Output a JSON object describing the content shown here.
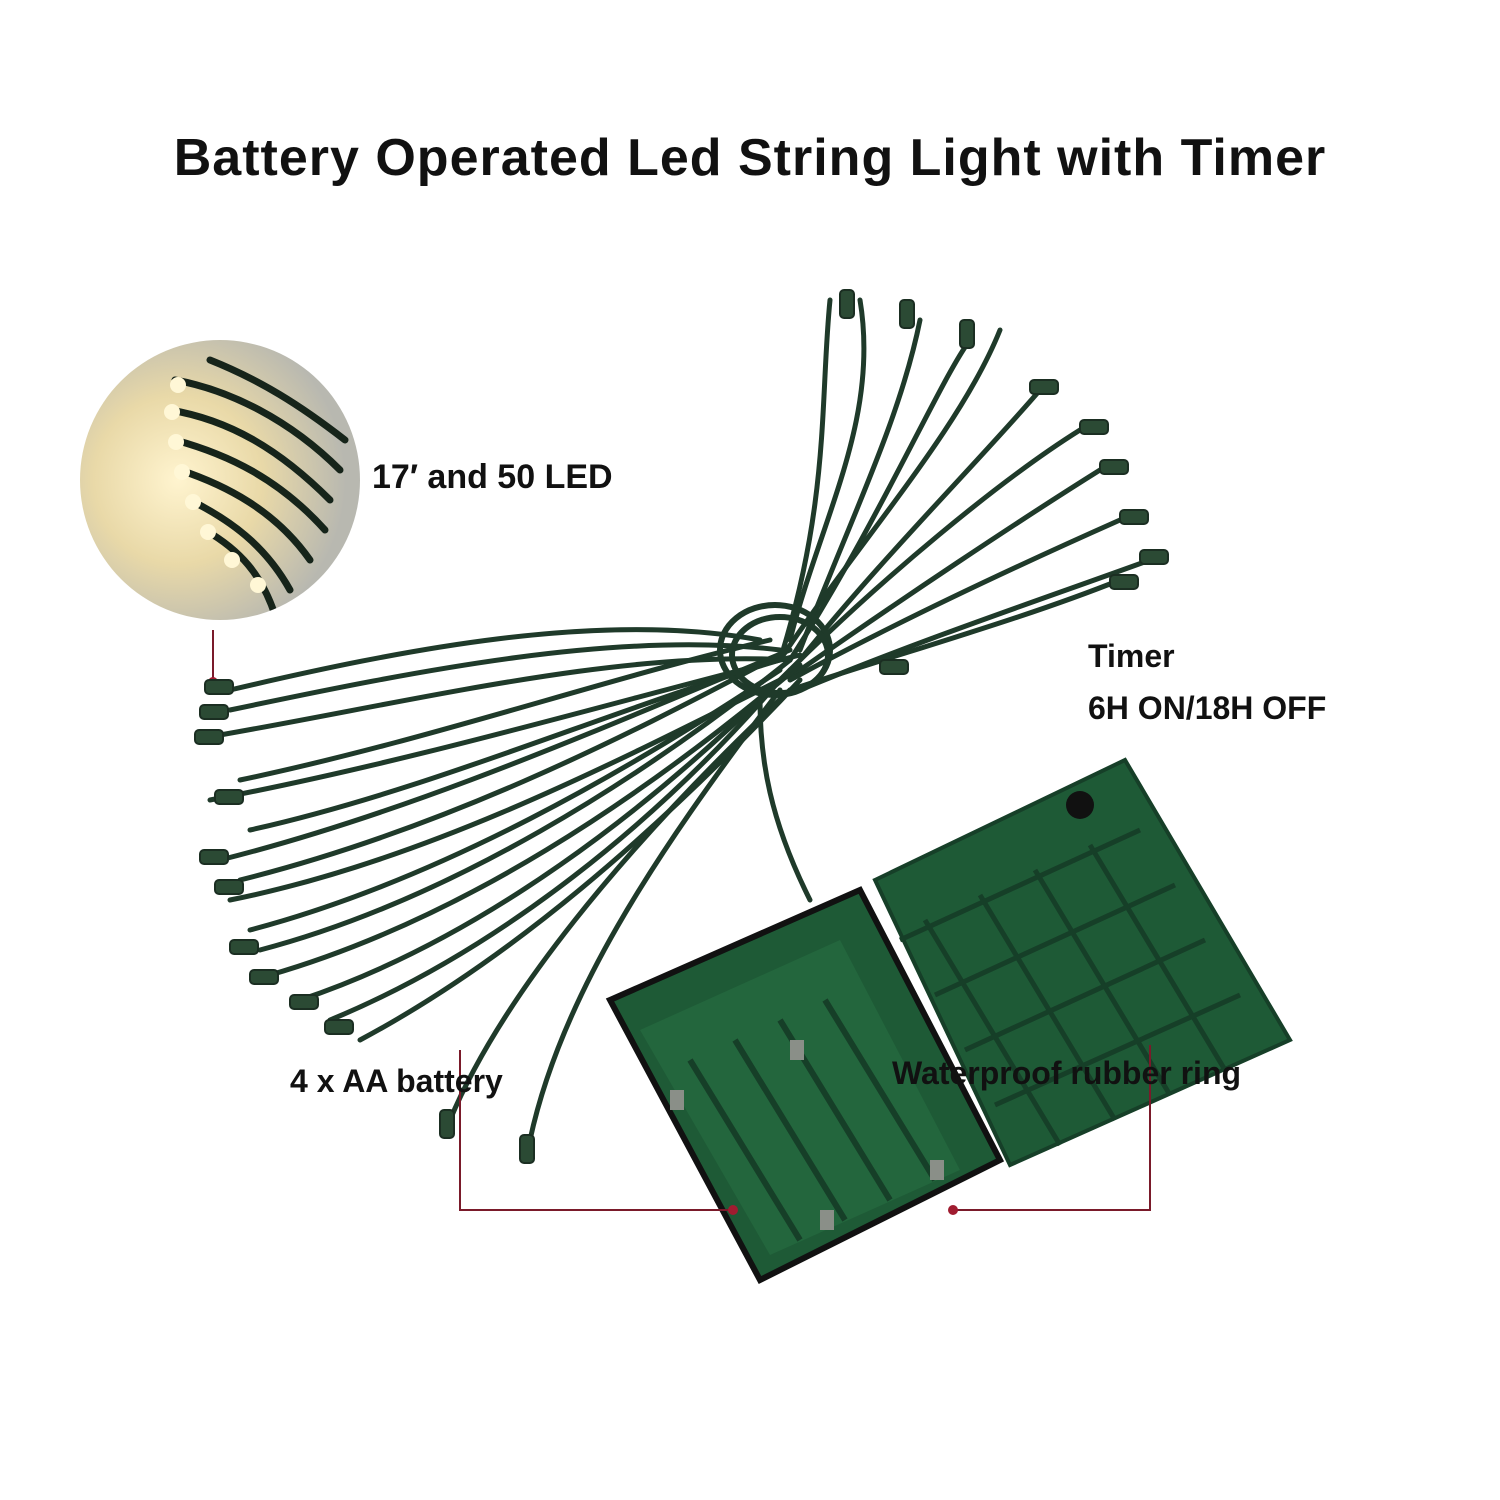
{
  "title": "Battery Operated Led String Light with Timer",
  "callouts": {
    "length": "17′ and 50 LED",
    "timer_label": "Timer",
    "timer_schedule": "6H ON/18H OFF",
    "battery": "4 x AA battery",
    "ring": "Waterproof rubber ring"
  },
  "colors": {
    "wire": "#1f3a2a",
    "case": "#1e5a36",
    "callout_line": "#7a1a2a"
  }
}
